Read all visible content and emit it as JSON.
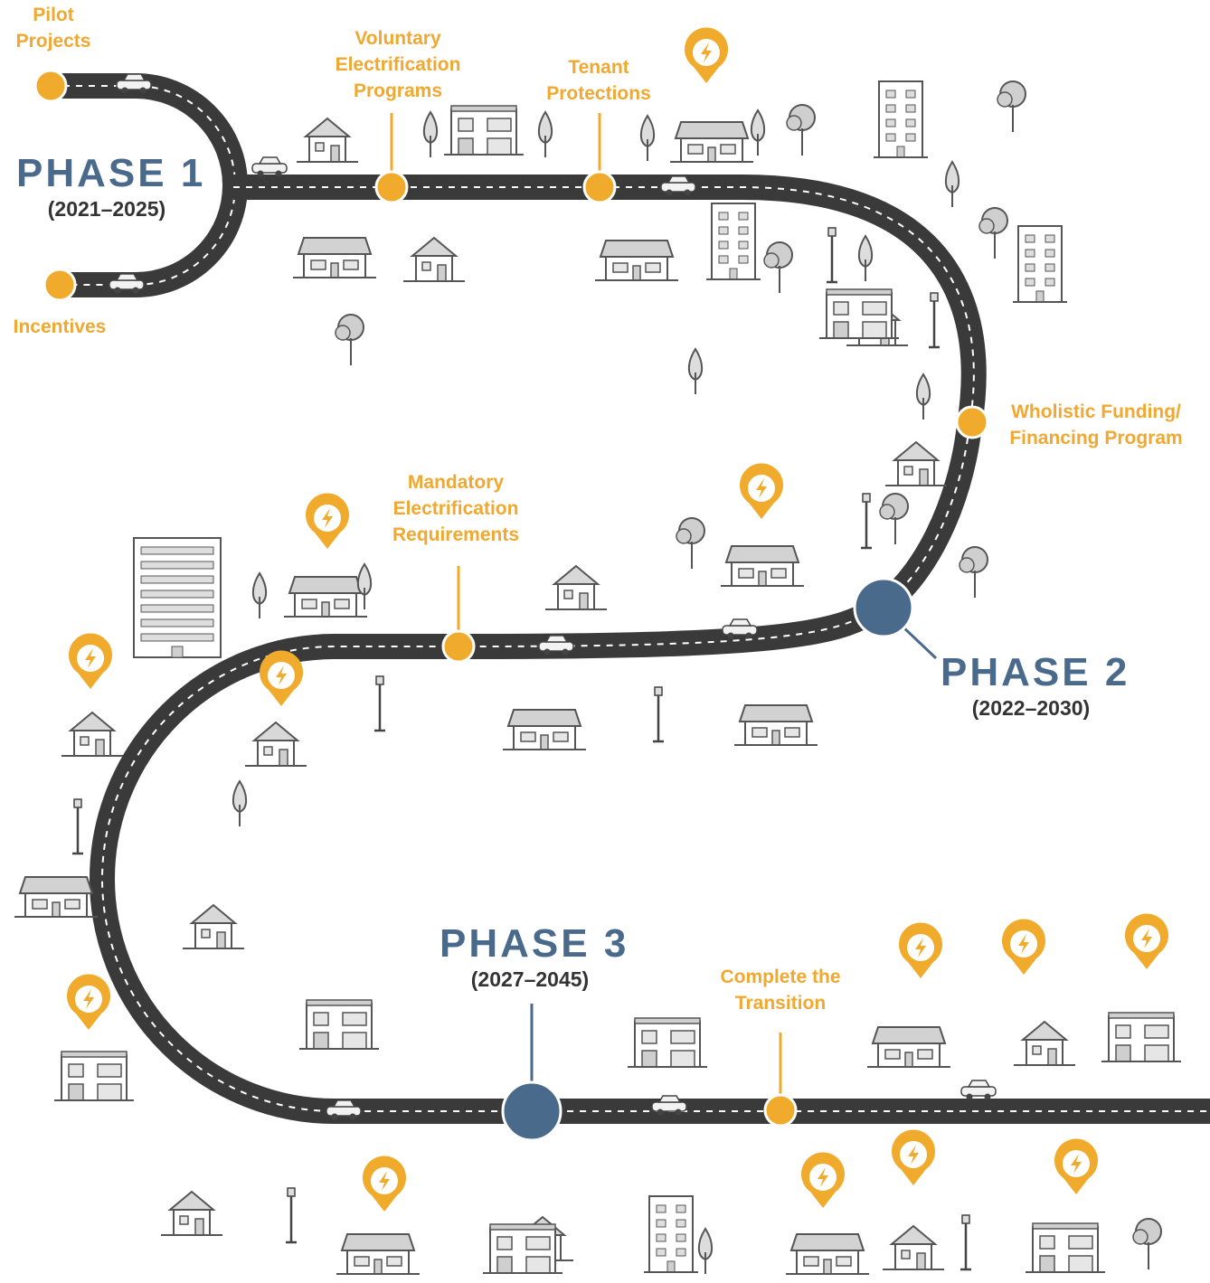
{
  "phases": [
    {
      "title": "PHASE 1",
      "years": "(2021–2025)"
    },
    {
      "title": "PHASE 2",
      "years": "(2022–2030)"
    },
    {
      "title": "PHASE 3",
      "years": "(2027–2045)"
    }
  ],
  "milestones": {
    "pilot_projects": [
      "Pilot",
      "Projects"
    ],
    "incentives": [
      "Incentives"
    ],
    "voluntary": [
      "Voluntary",
      "Electrification",
      "Programs"
    ],
    "tenant": [
      "Tenant",
      "Protections"
    ],
    "wholistic": [
      "Wholistic Funding/",
      "Financing Program"
    ],
    "mandatory": [
      "Mandatory",
      "Electrification",
      "Requirements"
    ],
    "complete": [
      "Complete the",
      "Transition"
    ]
  },
  "icons": {
    "electric_pin": "lightning-bolt-pin-icon",
    "house": "house-icon",
    "tree": "tree-icon",
    "car": "car-icon",
    "street_lamp": "street-lamp-icon"
  },
  "colors": {
    "road": "#3a3a3a",
    "road_dash": "#ffffff",
    "milestone": "#f0ab2c",
    "phase_marker": "#4a6a8c",
    "label": "#f0a830",
    "phase_title": "#4a6a8c",
    "building_stroke": "#555555"
  }
}
